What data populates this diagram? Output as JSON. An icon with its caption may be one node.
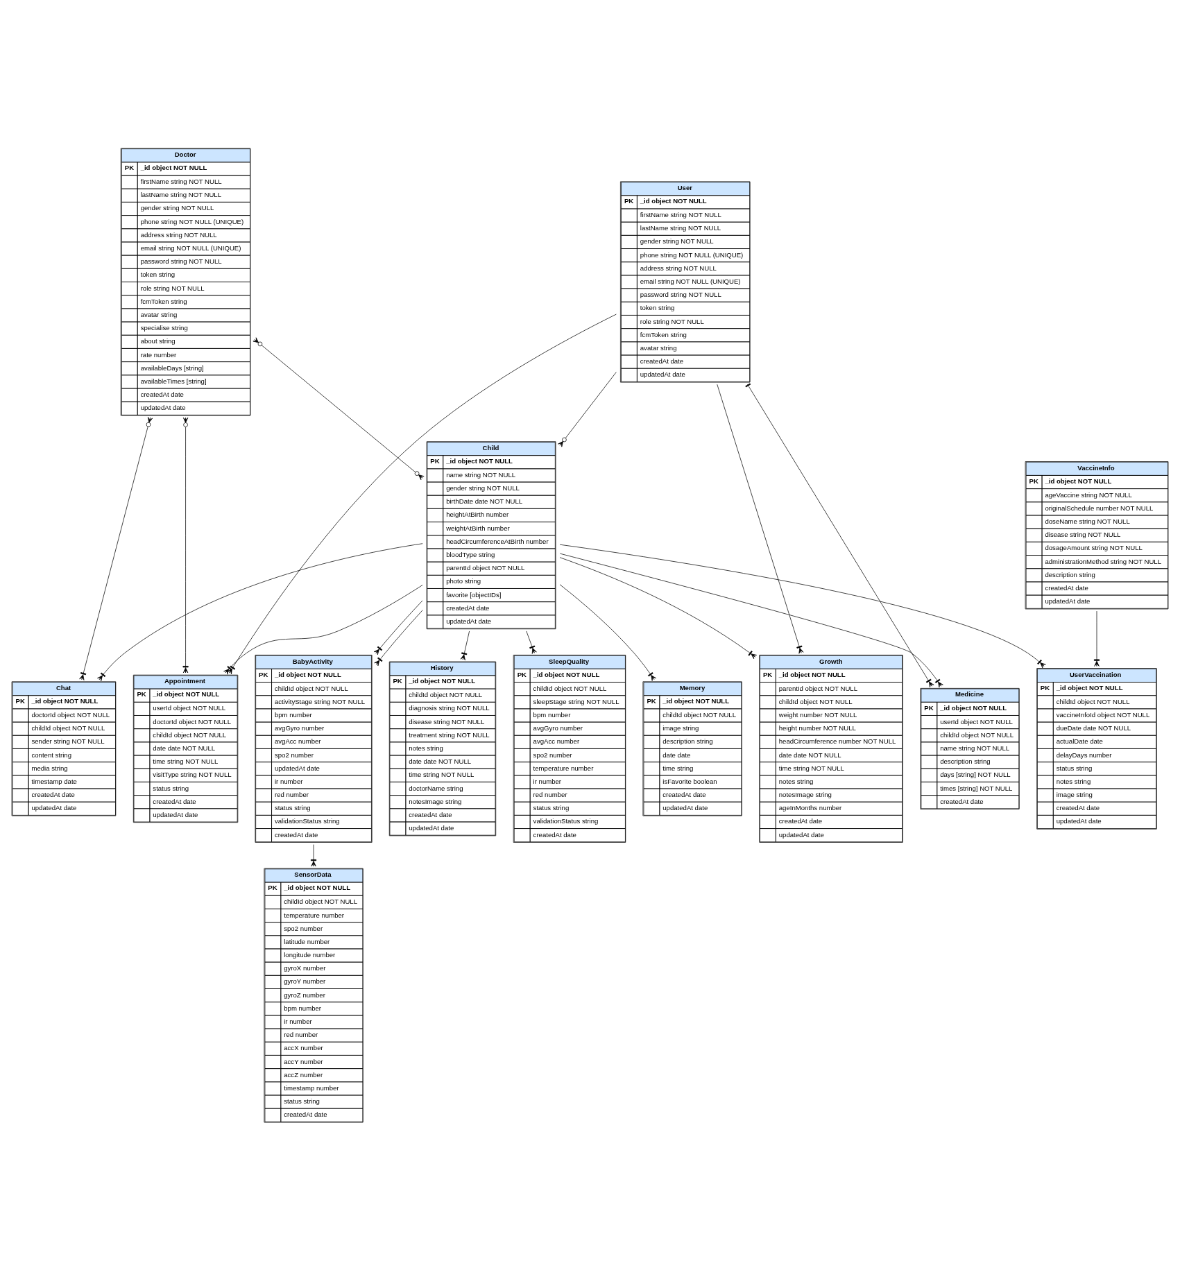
{
  "diagram": {
    "nodes": [
      {
        "text": [
          "Doctor",
          "PK",
          "_id object NOT NULL",
          "firstName string NOT NULL",
          "lastName string NOT NULL",
          "gender string NOT NULL",
          "phone string NOT NULL (UNIQUE)",
          "address string NOT NULL",
          "email string NOT NULL (UNIQUE)",
          "password string NOT NULL",
          "token string",
          "role string NOT NULL",
          "fcmToken string",
          "avatar string",
          "specialise string",
          "about string",
          "rate number",
          "availableDays [string]",
          "availableTimes [string]",
          "createdAt date",
          "updatedAt date"
        ]
      },
      {
        "text": [
          "Chat",
          "PK",
          "_id object NOT NULL",
          "doctorId object NOT NULL",
          "childId object NOT NULL",
          "sender string NOT NULL",
          "content string",
          "media string",
          "timestamp date",
          "createdAt date",
          "updatedAt date"
        ]
      },
      {
        "text": [
          "Appointment",
          "PK",
          "_id object NOT NULL",
          "userId object NOT NULL",
          "doctorId object NOT NULL",
          "childId object NOT NULL",
          "date date NOT NULL",
          "time string NOT NULL",
          "visitType string NOT NULL",
          "status string",
          "createdAt date",
          "updatedAt date"
        ]
      },
      {
        "text": [
          "Growth",
          "PK",
          "_id object NOT NULL",
          "parentId object NOT NULL",
          "childId object NOT NULL",
          "weight number NOT NULL",
          "height number NOT NULL",
          "headCircumference number NOT NULL",
          "date date NOT NULL",
          "time string NOT NULL",
          "notes string",
          "notesImage string",
          "ageInMonths number",
          "createdAt date",
          "updatedAt date"
        ]
      },
      {
        "text": [
          "SensorData",
          "PK",
          "_id object NOT NULL",
          "childId object NOT NULL",
          "temperature number",
          "spo2 number",
          "latitude number",
          "longitude number",
          "gyroX number",
          "gyroY number",
          "gyroZ number",
          "bpm number",
          "ir number",
          "red number",
          "accX number",
          "accY number",
          "accZ number",
          "timestamp number",
          "status string",
          "createdAt date"
        ]
      },
      {
        "text": [
          "User",
          "PK",
          "_id object NOT NULL",
          "firstName string NOT NULL",
          "lastName string NOT NULL",
          "gender string NOT NULL",
          "phone string NOT NULL (UNIQUE)",
          "address string NOT NULL",
          "email string NOT NULL (UNIQUE)",
          "password string NOT NULL",
          "token string",
          "role string NOT NULL",
          "fcmToken string",
          "avatar string",
          "createdAt date",
          "updatedAt date"
        ]
      },
      {
        "text": [
          "BabyActivity",
          "PK",
          "_id object NOT NULL",
          "childId object NOT NULL",
          "activityStage string NOT NULL",
          "bpm number",
          "avgGyro number",
          "avgAcc number",
          "spo2 number",
          "updatedAt date",
          "ir number",
          "red number",
          "status string",
          "validationStatus string",
          "createdAt date"
        ]
      },
      {
        "text": [
          "Medicine",
          "PK",
          "_id object NOT NULL",
          "userId object NOT NULL",
          "childId object NOT NULL",
          "name string NOT NULL",
          "description string",
          "days [string] NOT NULL",
          "times [string] NOT NULL",
          "createdAt date"
        ]
      },
      {
        "text": [
          "History",
          "PK",
          "_id object NOT NULL",
          "childId object NOT NULL",
          "diagnosis string NOT NULL",
          "disease string NOT NULL",
          "treatment string NOT NULL",
          "notes string",
          "date date NOT NULL",
          "time string NOT NULL",
          "doctorName string",
          "notesImage string",
          "createdAt date",
          "updatedAt date"
        ]
      },
      {
        "text": [
          "Child",
          "PK",
          "_id object NOT NULL",
          "name string NOT NULL",
          "gender string NOT NULL",
          "birthDate date NOT NULL",
          "heightAtBirth number",
          "weightAtBirth number",
          "headCircumferenceAtBirth number",
          "bloodType string",
          "parentId object NOT NULL",
          "photo string",
          "favorite [objectIDs]",
          "createdAt date",
          "updatedAt date"
        ]
      },
      {
        "text": [
          "SleepQuality",
          "PK",
          "_id object NOT NULL",
          "childId object NOT NULL",
          "sleepStage string NOT NULL",
          "bpm number",
          "avgGyro number",
          "avgAcc number",
          "spo2 number",
          "temperature number",
          "ir number",
          "red number",
          "status string",
          "validationStatus string",
          "createdAt date"
        ]
      },
      {
        "text": [
          "Memory",
          "PK",
          "_id object NOT NULL",
          "childId object NOT NULL",
          "image string",
          "description string",
          "date date",
          "time string",
          "isFavorite boolean",
          "createdAt date",
          "updatedAt date"
        ]
      },
      {
        "text": [
          "UserVaccination",
          "PK",
          "_id object NOT NULL",
          "childId object NOT NULL",
          "vaccineInfoId object NOT NULL",
          "dueDate date NOT NULL",
          "actualDate date",
          "delayDays number",
          "status string",
          "notes string",
          "image string",
          "createdAt date",
          "updatedAt date"
        ]
      },
      {
        "text": [
          "VaccineInfo",
          "PK",
          "_id object NOT NULL",
          "ageVaccine string NOT NULL",
          "originalSchedule number NOT NULL",
          "doseName string NOT NULL",
          "disease string NOT NULL",
          "dosageAmount string NOT NULL",
          "administrationMethod string NOT NULL",
          "description string",
          "createdAt date",
          "updatedAt date"
        ]
      }
    ],
    "edges": [
      {
        "from": 0,
        "to": 1,
        "arrow": "other"
      },
      {
        "from": 0,
        "to": 2,
        "arrow": "other"
      },
      {
        "from": 0,
        "to": 9,
        "arrow": "other"
      },
      {
        "from": 9,
        "to": 1,
        "arrow": "other"
      },
      {
        "from": 5,
        "to": 2,
        "arrow": "other"
      },
      {
        "from": 9,
        "to": 2,
        "arrow": "other"
      },
      {
        "from": 5,
        "to": 3,
        "arrow": "other"
      },
      {
        "from": 9,
        "to": 3,
        "arrow": "other"
      },
      {
        "from": 5,
        "to": 7,
        "arrow": "other"
      },
      {
        "from": 5,
        "to": 9,
        "arrow": "other"
      },
      {
        "from": 9,
        "to": 7,
        "arrow": "other"
      },
      {
        "from": 9,
        "to": 8,
        "arrow": "other"
      },
      {
        "from": 9,
        "to": 6,
        "arrow": "other"
      },
      {
        "from": 9,
        "to": 6,
        "arrow": "other"
      },
      {
        "from": 6,
        "to": 4,
        "arrow": "other"
      },
      {
        "from": 9,
        "to": 10,
        "arrow": "other"
      },
      {
        "from": 9,
        "to": 11,
        "arrow": "other"
      },
      {
        "from": 9,
        "to": 12,
        "arrow": "other"
      },
      {
        "from": 13,
        "to": 12,
        "arrow": "other"
      }
    ]
  }
}
